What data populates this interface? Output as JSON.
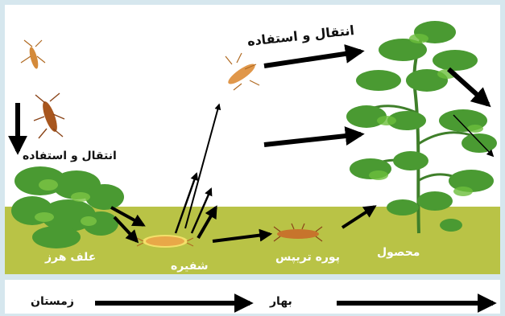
{
  "labels": {
    "transfer_top": "انتقال و استفاده",
    "transfer_left": "انتقال و استفاده",
    "weed": "علف هرز",
    "pupa": "شفیره",
    "nymph": "پوره تریپس",
    "crop": "محصول",
    "winter": "زمستان",
    "spring": "بهار"
  },
  "icons": [
    "thrips-adult-icon",
    "thrips-nymph-icon",
    "weed-plant-icon",
    "pupa-icon",
    "tomato-plant-icon"
  ],
  "colors": {
    "frame": "#d6e7ee",
    "ground": "#b9c346",
    "foliage": "#4a9a32",
    "insect": "#d48a3a",
    "arrow": "#000000"
  }
}
